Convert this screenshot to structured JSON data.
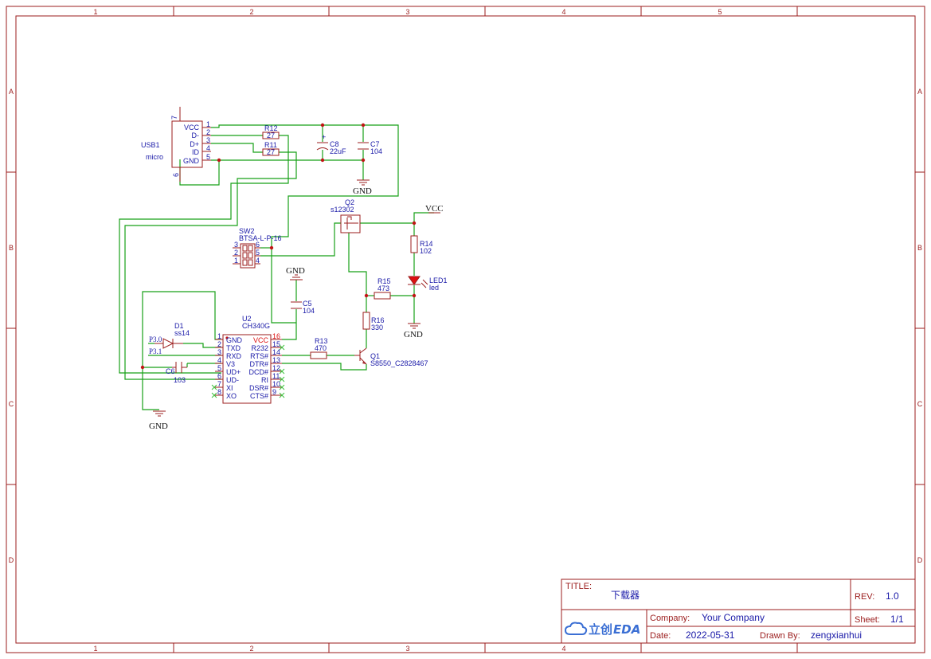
{
  "frame": {
    "columns": [
      "1",
      "2",
      "3",
      "4",
      "5"
    ],
    "rows": [
      "A",
      "B",
      "C",
      "D"
    ]
  },
  "usb1": {
    "designator": "USB1",
    "value": "micro",
    "pins": [
      {
        "num": "1",
        "name": "VCC"
      },
      {
        "num": "2",
        "name": "D-"
      },
      {
        "num": "3",
        "name": "D+"
      },
      {
        "num": "4",
        "name": "ID"
      },
      {
        "num": "5",
        "name": "GND"
      }
    ],
    "shield_top": "7",
    "shield_bottom": "6"
  },
  "r12": {
    "designator": "R12",
    "value": "27"
  },
  "r11": {
    "designator": "R11",
    "value": "27"
  },
  "c8": {
    "designator": "C8",
    "value": "22uF"
  },
  "c7": {
    "designator": "C7",
    "value": "104"
  },
  "q2": {
    "designator": "Q2",
    "value": "s12302"
  },
  "r14": {
    "designator": "R14",
    "value": "102"
  },
  "led1": {
    "designator": "LED1",
    "value": "led"
  },
  "r15": {
    "designator": "R15",
    "value": "473"
  },
  "r16": {
    "designator": "R16",
    "value": "330"
  },
  "r13": {
    "designator": "R13",
    "value": "470"
  },
  "q1": {
    "designator": "Q1",
    "value": "S8550_C2828467"
  },
  "sw2": {
    "designator": "SW2",
    "value": "BTSA-L-P-16",
    "pins_left": [
      "3",
      "2",
      "1"
    ],
    "pins_right": [
      "6",
      "5",
      "4"
    ]
  },
  "c5": {
    "designator": "C5",
    "value": "104"
  },
  "d1": {
    "designator": "D1",
    "value": "ss14"
  },
  "c6": {
    "designator": "C6",
    "value": "103"
  },
  "u2": {
    "designator": "U2",
    "value": "CH340G",
    "left_pins": [
      {
        "num": "1",
        "name": "GND"
      },
      {
        "num": "2",
        "name": "TXD"
      },
      {
        "num": "3",
        "name": "RXD"
      },
      {
        "num": "4",
        "name": "V3"
      },
      {
        "num": "5",
        "name": "UD+"
      },
      {
        "num": "6",
        "name": "UD-"
      },
      {
        "num": "7",
        "name": "XI"
      },
      {
        "num": "8",
        "name": "XO"
      }
    ],
    "right_pins": [
      {
        "num": "16",
        "name": "VCC"
      },
      {
        "num": "15",
        "name": "R232"
      },
      {
        "num": "14",
        "name": "RTS#"
      },
      {
        "num": "13",
        "name": "DTR#"
      },
      {
        "num": "12",
        "name": "DCD#"
      },
      {
        "num": "11",
        "name": "RI"
      },
      {
        "num": "10",
        "name": "DSR#"
      },
      {
        "num": "9",
        "name": "CTS#"
      }
    ]
  },
  "nets": {
    "gnd1": "GND",
    "gnd2": "GND",
    "gnd3": "GND",
    "gnd4": "GND",
    "vcc": "VCC",
    "p30": "P3.0",
    "p31": "P3.1"
  },
  "titleblock": {
    "title_label": "TITLE:",
    "title_value": "下载器",
    "rev_label": "REV:",
    "rev_value": "1.0",
    "company_label": "Company:",
    "company_value": "Your Company",
    "sheet_label": "Sheet:",
    "sheet_value": "1/1",
    "date_label": "Date:",
    "date_value": "2022-05-31",
    "drawn_label": "Drawn By:",
    "drawn_value": "zengxianhui",
    "logo_cn": "立创",
    "logo_en": "EDA"
  },
  "colors": {
    "frame": "#9b1c1c",
    "wire": "#17a117",
    "text": "#1a1aa8",
    "junction": "#c01515"
  }
}
